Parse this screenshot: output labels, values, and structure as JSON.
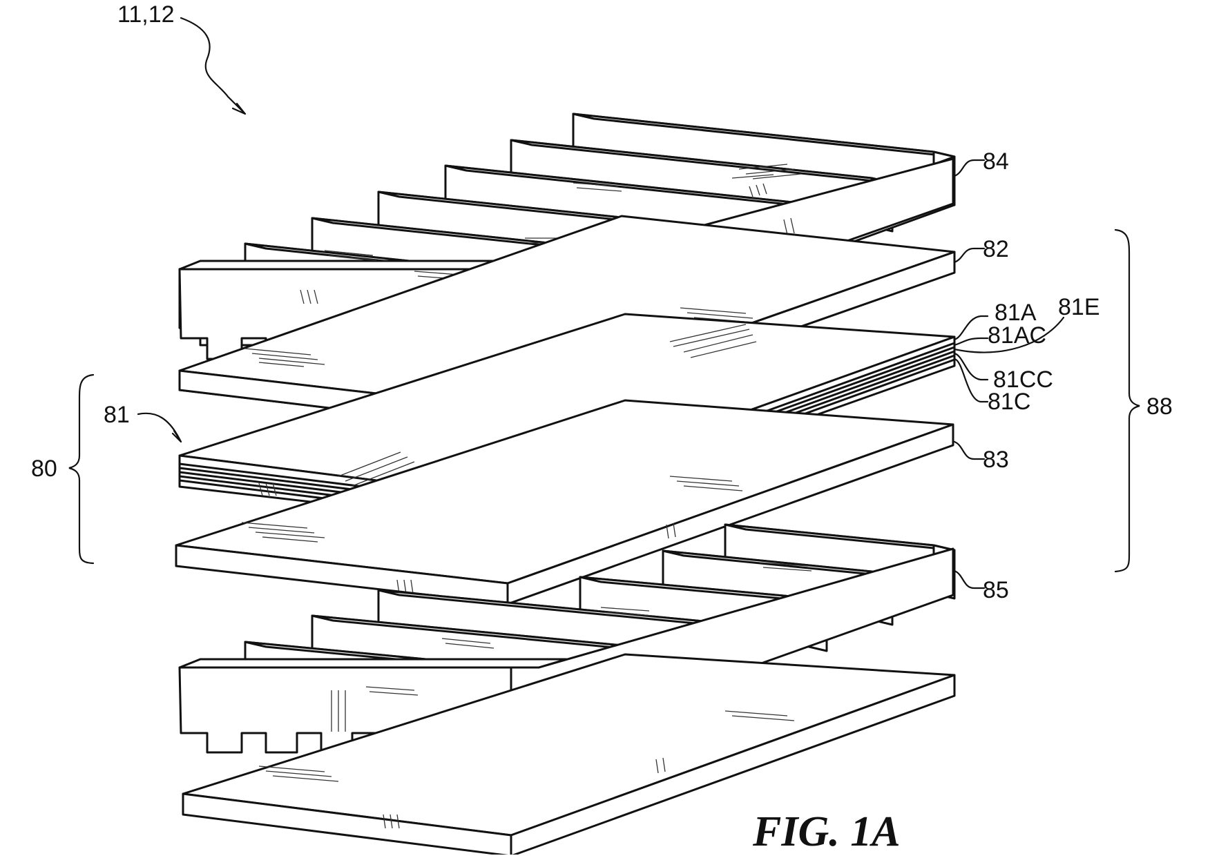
{
  "figure": {
    "label": "FIG. 1A",
    "labels": {
      "ref_11_12": "11,12",
      "ref_84": "84",
      "ref_82": "82",
      "ref_81A": "81A",
      "ref_81E": "81E",
      "ref_81AC": "81AC",
      "ref_81CC": "81CC",
      "ref_81C": "81C",
      "ref_88": "88",
      "ref_81": "81",
      "ref_80": "80",
      "ref_83": "83",
      "ref_85": "85"
    }
  }
}
